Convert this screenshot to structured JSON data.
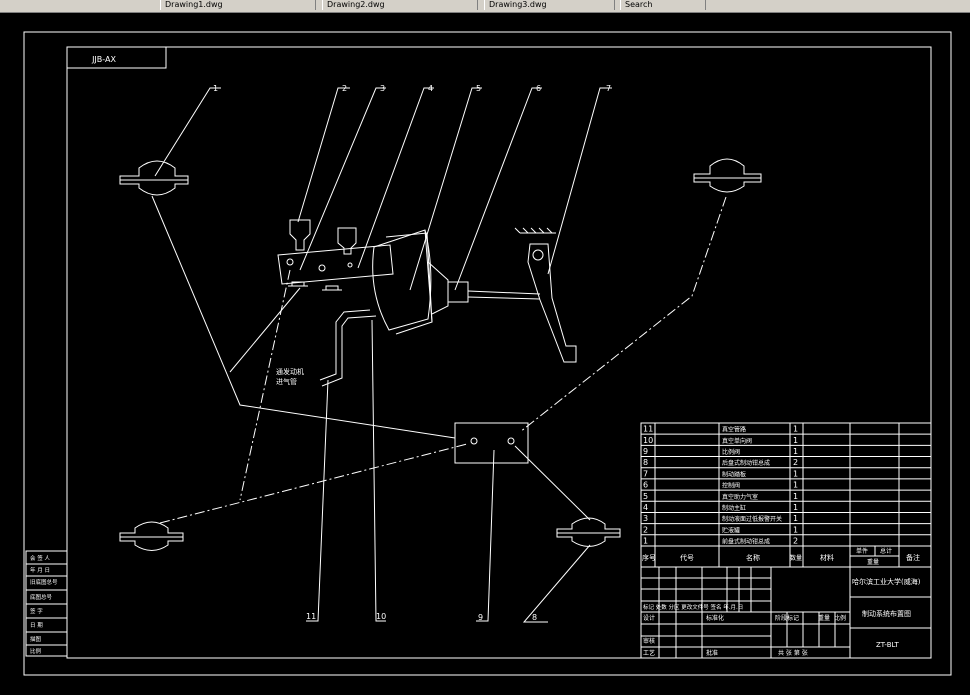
{
  "toolbar": {
    "tabs": [
      "Drawing1.dwg",
      "Drawing2.dwg",
      "Drawing3.dwg",
      "Search"
    ]
  },
  "drawing": {
    "frame_tag": "JJB-AX",
    "callouts": [
      "1",
      "2",
      "3",
      "4",
      "5",
      "6",
      "7",
      "8",
      "9",
      "10",
      "11"
    ],
    "engine_label_line1": "通发动机",
    "engine_label_line2": "进气管"
  },
  "side_table": [
    "会 签 人",
    "年 月 日",
    "旧底图总号",
    "底图总号",
    "签 字",
    "日 期",
    "描图 ",
    "比例"
  ],
  "bom": {
    "rows": [
      {
        "no": "11",
        "name": "真空管路",
        "qty": "1"
      },
      {
        "no": "10",
        "name": "真空单向阀",
        "qty": "1"
      },
      {
        "no": "9",
        "name": "比例阀",
        "qty": "1"
      },
      {
        "no": "8",
        "name": "后盘式制动钳总成",
        "qty": "2"
      },
      {
        "no": "7",
        "name": "制动踏板",
        "qty": "1"
      },
      {
        "no": "6",
        "name": "控制阀",
        "qty": "1"
      },
      {
        "no": "5",
        "name": "真空助力气室",
        "qty": "1"
      },
      {
        "no": "4",
        "name": "制动主缸",
        "qty": "1"
      },
      {
        "no": "3",
        "name": "制动液面过低报警开关",
        "qty": "1"
      },
      {
        "no": "2",
        "name": "贮液罐",
        "qty": "1"
      },
      {
        "no": "1",
        "name": "前盘式制动钳总成",
        "qty": "2"
      }
    ],
    "header": {
      "seq": "序号",
      "code": "代号",
      "name": "名称",
      "qty": "数量",
      "material": "材料",
      "unit_wt": "单件",
      "total_wt": "总计",
      "weight": "重量",
      "remark": "备注"
    }
  },
  "title_block": {
    "school": "哈尔滨工业大学(威海)",
    "drawing_title": "制动系统布置图",
    "drawing_no": "ZT-BLT",
    "rev_header": "标记 处数 分区 更改文件号 签名 年.月.日",
    "design": "设计",
    "standard": "标准化",
    "review": "审核",
    "process": "工艺",
    "approve": "批准",
    "stage": "阶段标记",
    "weight": "重量",
    "scale": "比例",
    "sheets": "共 张 第 张"
  }
}
